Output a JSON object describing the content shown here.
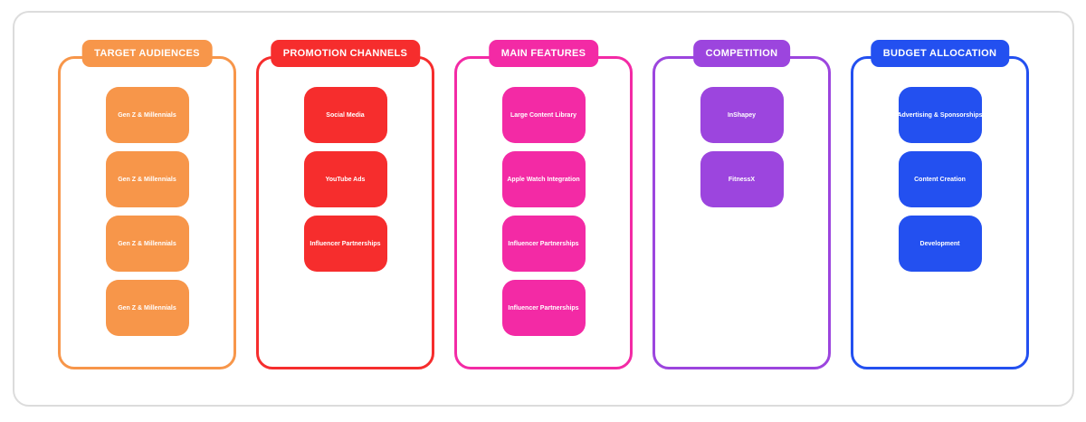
{
  "board": {
    "columns": [
      {
        "title": "TARGET AUDIENCES",
        "color": "#F7964A",
        "cards": [
          "Gen Z & Millennials",
          "Gen Z & Millennials",
          "Gen Z & Millennials",
          "Gen Z & Millennials"
        ]
      },
      {
        "title": "PROMOTION CHANNELS",
        "color": "#F62D2D",
        "cards": [
          "Social Media",
          "YouTube Ads",
          "Influencer Partnerships"
        ]
      },
      {
        "title": "MAIN FEATURES",
        "color": "#F32AA5",
        "cards": [
          "Large Content Library",
          "Apple Watch Integration",
          "Influencer Partnerships",
          "Influencer Partnerships"
        ]
      },
      {
        "title": "COMPETITION",
        "color": "#9C45DE",
        "cards": [
          "InShapey",
          "FitnessX"
        ]
      },
      {
        "title": "BUDGET ALLOCATION",
        "color": "#2350F0",
        "cards": [
          "Advertising & Sponsorships",
          "Content Creation",
          "Development"
        ]
      }
    ]
  }
}
